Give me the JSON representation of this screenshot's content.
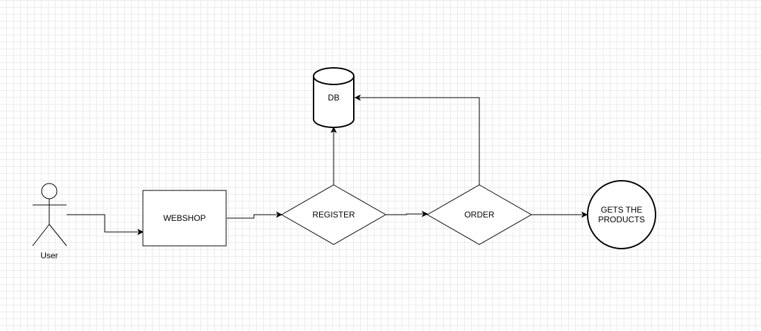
{
  "diagram": {
    "nodes": {
      "user": {
        "label": "User",
        "shape": "actor"
      },
      "webshop": {
        "label": "WEBSHOP",
        "shape": "rectangle"
      },
      "register": {
        "label": "REGISTER",
        "shape": "diamond"
      },
      "order": {
        "label": "ORDER",
        "shape": "diamond"
      },
      "db": {
        "label": "DB",
        "shape": "cylinder"
      },
      "gets_products": {
        "label_line1": "GETS THE",
        "label_line2": "PRODUCTS",
        "shape": "circle"
      }
    },
    "edges": [
      {
        "from": "User",
        "to": "WEBSHOP"
      },
      {
        "from": "WEBSHOP",
        "to": "REGISTER"
      },
      {
        "from": "REGISTER",
        "to": "DB"
      },
      {
        "from": "REGISTER",
        "to": "ORDER"
      },
      {
        "from": "ORDER",
        "to": "DB"
      },
      {
        "from": "ORDER",
        "to": "GETS THE PRODUCTS"
      }
    ]
  }
}
